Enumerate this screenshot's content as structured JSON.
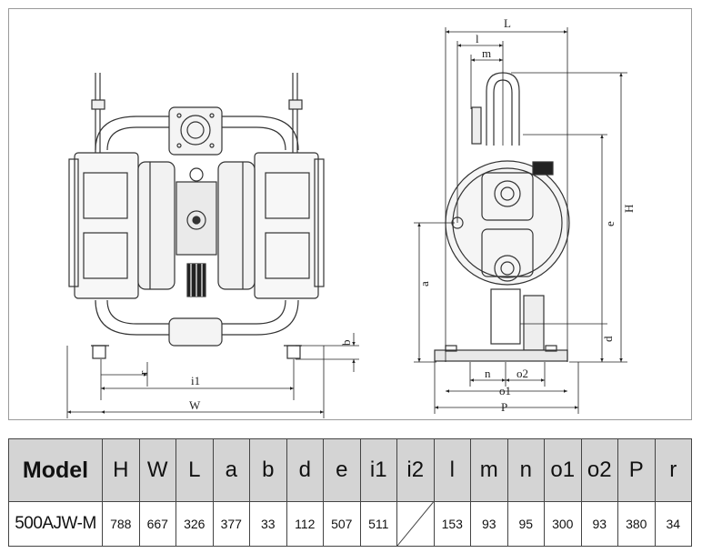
{
  "drawing": {
    "front_labels": {
      "r": "r",
      "i1": "i1",
      "W": "W",
      "b": "b"
    },
    "side_labels": {
      "L": "L",
      "l": "l",
      "m": "m",
      "H": "H",
      "e": "e",
      "a": "a",
      "d": "d",
      "n": "n",
      "o2": "o2",
      "o1": "o1",
      "P": "P"
    }
  },
  "table": {
    "headers": [
      "Model",
      "H",
      "W",
      "L",
      "a",
      "b",
      "d",
      "e",
      "i1",
      "i2",
      "l",
      "m",
      "n",
      "o1",
      "o2",
      "P",
      "r"
    ],
    "rows": [
      [
        "500AJW-M",
        "788",
        "667",
        "326",
        "377",
        "33",
        "112",
        "507",
        "511",
        "",
        "153",
        "93",
        "95",
        "300",
        "93",
        "380",
        "34"
      ]
    ]
  }
}
